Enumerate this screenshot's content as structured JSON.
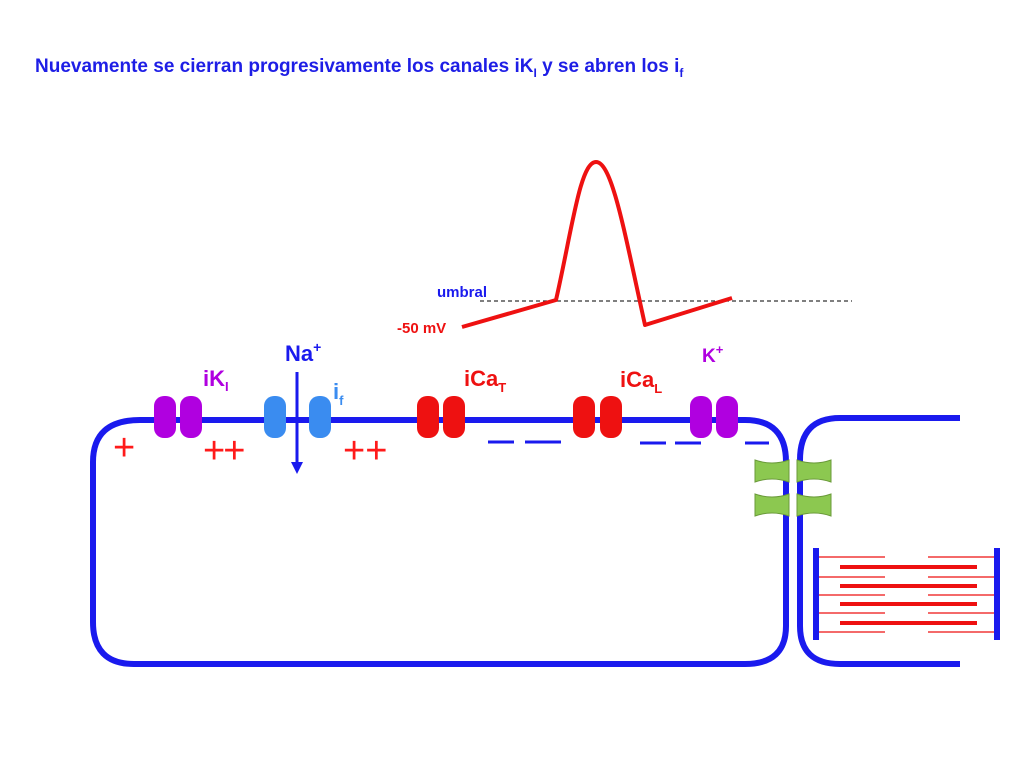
{
  "title": {
    "part1": "Nuevamente se cierran progresivamente los canales iK",
    "sub1": "I",
    "part2": " y se abren los i",
    "sub2": "f"
  },
  "action_potential": {
    "threshold_label": "umbral",
    "resting_label": "-50 mV"
  },
  "ions": {
    "na": "Na",
    "na_charge": "+",
    "k": "K",
    "k_charge": "+"
  },
  "channels": {
    "ik1": {
      "main": "iK",
      "sub": "I"
    },
    "if": {
      "main": "i",
      "sub": "f"
    },
    "icat": {
      "main": "iCa",
      "sub": "T"
    },
    "ical": {
      "main": "iCa",
      "sub": "L"
    }
  },
  "charges": {
    "plus_1": "+",
    "plus_2": "++",
    "plus_3": "++"
  },
  "colors": {
    "membrane": "#1a1aee",
    "ik_channel": "#b000e0",
    "if_channel": "#3a8cf0",
    "ca_channel": "#ee1111",
    "gap_junction": "#8cc850",
    "plus_charge": "#ff1a1a",
    "minus_charge": "#1a1aee",
    "action_potential": "#ee1111"
  }
}
